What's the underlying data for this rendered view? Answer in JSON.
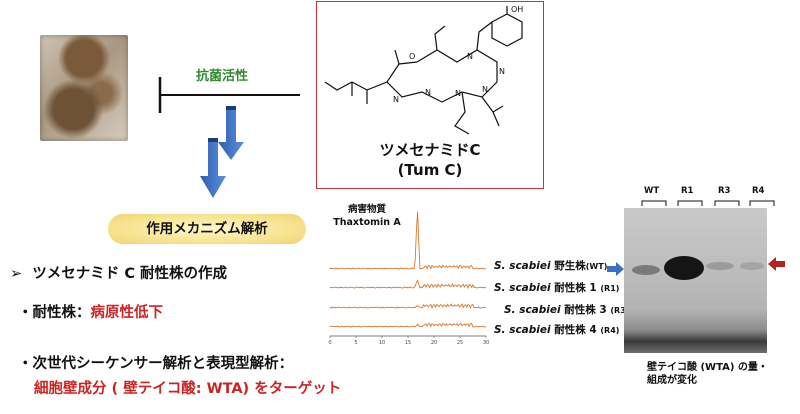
{
  "antibacterial": "抗菌活性",
  "compound": {
    "name": "ツメセナミドC",
    "abbr": "(Tum C)"
  },
  "structure_oh": "OH",
  "mechanism_pill": "作用メカニズム解析",
  "bullets": {
    "resistant_title": "ツメセナミド C 耐性株の作成",
    "resistant_label": "・耐性株：",
    "resistant_result": "病原性低下",
    "ngs": "・次世代シーケンサー解析と表現型解析：",
    "target": "細胞壁成分 ( 壁テイコ酸: WTA) をターゲット"
  },
  "chromatogram": {
    "peak_label_1": "病害物質",
    "peak_label_2": "Thaxtomin A",
    "traces": [
      {
        "species": "S. scabiei",
        "strain": "野生株",
        "code": "(WT)"
      },
      {
        "species": "S. scabiei",
        "strain": "耐性株 1",
        "code": "(R1)"
      },
      {
        "species": "S. scabiei",
        "strain": "耐性株 3",
        "code": "(R3)"
      },
      {
        "species": "S. scabiei",
        "strain": "耐性株 4",
        "code": "(R4)"
      }
    ],
    "ticks": [
      "0",
      "5",
      "10",
      "15",
      "20",
      "25",
      "30"
    ]
  },
  "gel": {
    "lanes": [
      "WT",
      "R1",
      "R3",
      "R4"
    ],
    "caption": [
      "壁テイコ酸 (WTA) の量・",
      "組成が変化"
    ]
  },
  "colors": {
    "red": "#cc2323",
    "green": "#2e8b2e",
    "blue_arrow": "#3a6fc4",
    "trace": "#d9772a"
  }
}
